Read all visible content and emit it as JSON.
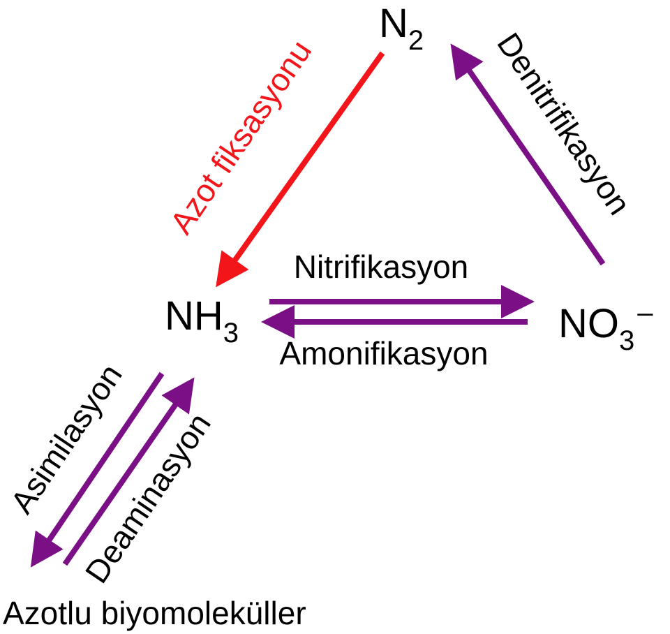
{
  "colors": {
    "fixation": "#f2161b",
    "process": "#7a0f86",
    "text": "#000000"
  },
  "nodes": {
    "n2": {
      "main": "N",
      "sub": "2"
    },
    "nh3": {
      "main": "NH",
      "sub": "3"
    },
    "no3": {
      "main": "NO",
      "sub": "3",
      "sup": "–"
    },
    "biomolecules": "Azotlu biyomoleküller"
  },
  "processes": {
    "azot_fiksasyonu": "Azot fiksasyonu",
    "denitrifikasyon": "Denitrifikasyon",
    "nitrifikasyon": "Nitrifikasyon",
    "amonifikasyon": "Amonifikasyon",
    "asimilasyon": "Asimilasyon",
    "deaminasyon": "Deaminasyon"
  }
}
